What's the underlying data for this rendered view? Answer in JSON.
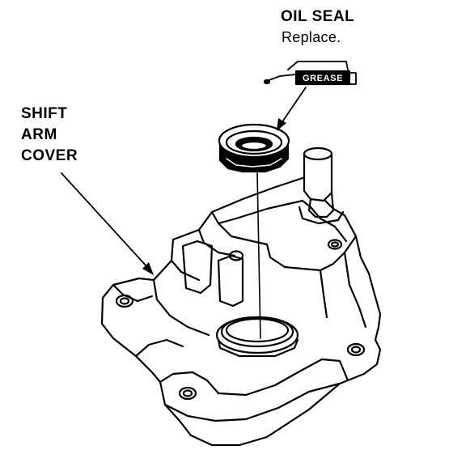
{
  "labels": {
    "oil_seal": {
      "title": "OIL SEAL",
      "note": "Replace."
    },
    "shift_arm_cover": {
      "lines": [
        "SHIFT",
        "ARM",
        "COVER"
      ]
    },
    "grease_tag": "GREASE"
  },
  "colors": {
    "ink": "#000000",
    "paper": "#ffffff"
  }
}
